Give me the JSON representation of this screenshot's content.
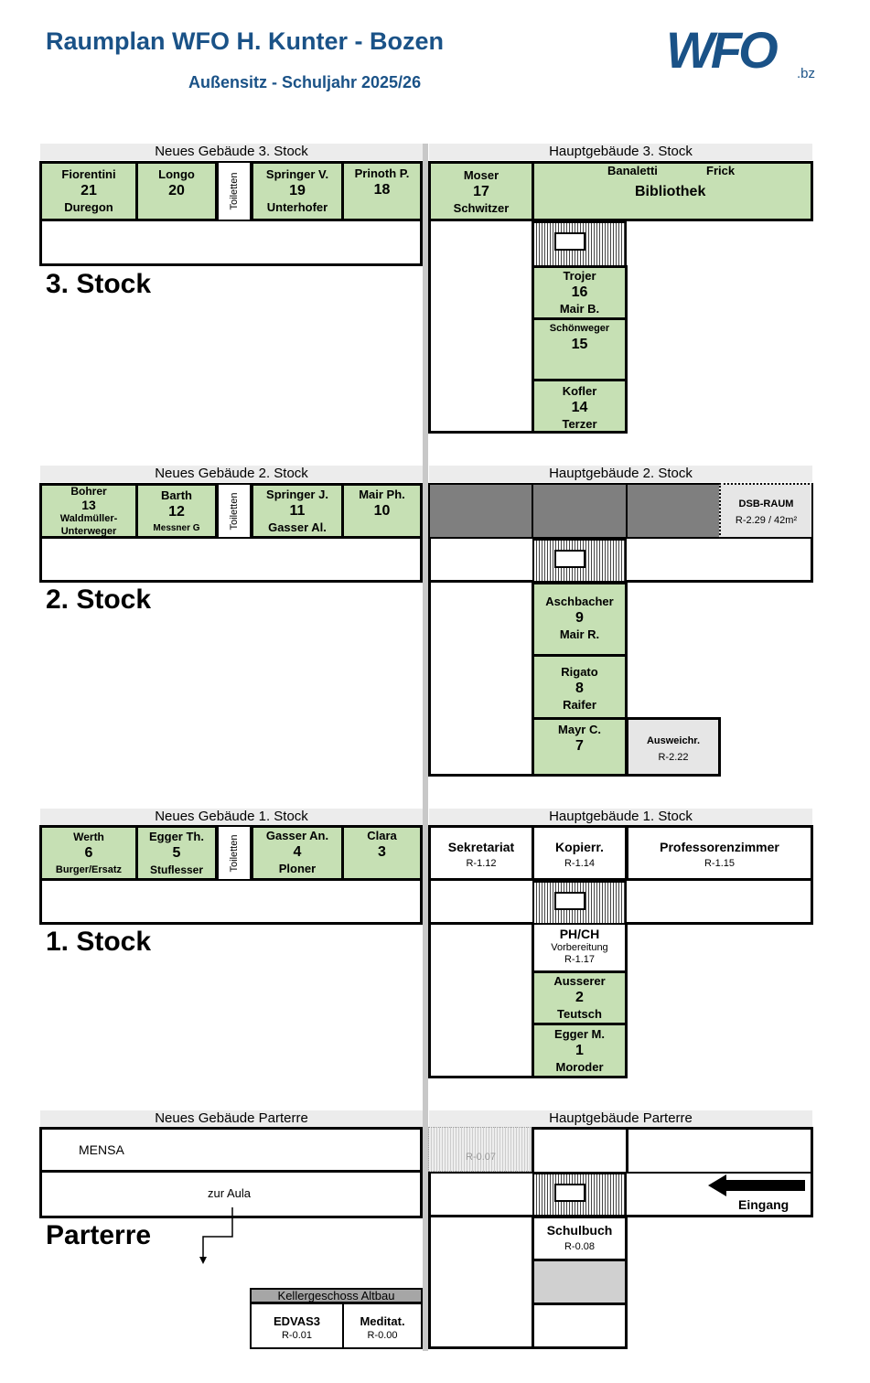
{
  "header": {
    "title": "Raumplan WFO H. Kunter - Bozen",
    "subtitle": "Außensitz - Schuljahr 2025/26",
    "logo_main": "WFO",
    "logo_suffix": ".bz"
  },
  "floors": {
    "s3": {
      "label": "3. Stock",
      "new_header": "Neues Gebäude 3. Stock",
      "main_header": "Hauptgebäude 3. Stock",
      "new_rooms": [
        {
          "top": "Fiorentini",
          "num": "21",
          "bottom": "Duregon"
        },
        {
          "top": "Longo",
          "num": "20",
          "bottom": ""
        },
        {
          "top": "Springer V.",
          "num": "19",
          "bottom": "Unterhofer"
        },
        {
          "top": "Prinoth P.",
          "num": "18",
          "bottom": ""
        }
      ],
      "toilet": "Toiletten",
      "moser": {
        "top": "Moser",
        "num": "17",
        "bottom": "Schwitzer"
      },
      "library": {
        "a": "Banaletti",
        "b": "Frick",
        "name": "Bibliothek"
      },
      "rooms": [
        {
          "top": "Trojer",
          "num": "16",
          "bottom": "Mair B."
        },
        {
          "top": "Schönweger",
          "num": "15",
          "bottom": ""
        },
        {
          "top": "Kofler",
          "num": "14",
          "bottom": "Terzer"
        }
      ]
    },
    "s2": {
      "label": "2. Stock",
      "new_header": "Neues Gebäude 2. Stock",
      "main_header": "Hauptgebäude 2. Stock",
      "new_rooms": [
        {
          "top": "Bohrer",
          "num": "13",
          "bottom": "Waldmüller-",
          "bottom2": "Unterweger"
        },
        {
          "top": "Barth",
          "num": "12",
          "bottom": "Messner G"
        },
        {
          "top": "Springer J.",
          "num": "11",
          "bottom": "Gasser Al."
        },
        {
          "top": "Mair Ph.",
          "num": "10",
          "bottom": ""
        }
      ],
      "toilet": "Toiletten",
      "dsb": {
        "name": "DSB-RAUM",
        "code": "R-2.29 / 42m²"
      },
      "rooms": [
        {
          "top": "Aschbacher",
          "num": "9",
          "bottom": "Mair R."
        },
        {
          "top": "Rigato",
          "num": "8",
          "bottom": "Raifer"
        },
        {
          "top": "Mayr C.",
          "num": "7",
          "bottom": ""
        }
      ],
      "ausweich": {
        "name": "Ausweichr.",
        "code": "R-2.22"
      }
    },
    "s1": {
      "label": "1. Stock",
      "new_header": "Neues Gebäude 1. Stock",
      "main_header": "Hauptgebäude 1. Stock",
      "new_rooms": [
        {
          "top": "Werth",
          "num": "6",
          "bottom": "Burger/Ersatz"
        },
        {
          "top": "Egger Th.",
          "num": "5",
          "bottom": "Stuflesser"
        },
        {
          "top": "Gasser An.",
          "num": "4",
          "bottom": "Ploner"
        },
        {
          "top": "Clara",
          "num": "3",
          "bottom": ""
        }
      ],
      "toilet": "Toiletten",
      "sekretariat": {
        "name": "Sekretariat",
        "code": "R-1.12"
      },
      "kopierr": {
        "name": "Kopierr.",
        "code": "R-1.14"
      },
      "prof": {
        "name": "Professorenzimmer",
        "code": "R-1.15"
      },
      "phch": {
        "name": "PH/CH",
        "sub": "Vorbereitung",
        "code": "R-1.17"
      },
      "rooms": [
        {
          "top": "Ausserer",
          "num": "2",
          "bottom": "Teutsch"
        },
        {
          "top": "Egger M.",
          "num": "1",
          "bottom": "Moroder"
        }
      ]
    },
    "p": {
      "label": "Parterre",
      "new_header": "Neues Gebäude Parterre",
      "main_header": "Hauptgebäude Parterre",
      "mensa": "MENSA",
      "aula": "zur Aula",
      "r007": "R-0.07",
      "eingang": "Eingang",
      "schulbuch": {
        "name": "Schulbuch",
        "code": "R-0.08"
      },
      "keller": "Kellergeschoss Altbau",
      "edvas": {
        "name": "EDVAS3",
        "code": "R-0.01"
      },
      "meditat": {
        "name": "Meditat.",
        "code": "R-0.00"
      }
    }
  }
}
